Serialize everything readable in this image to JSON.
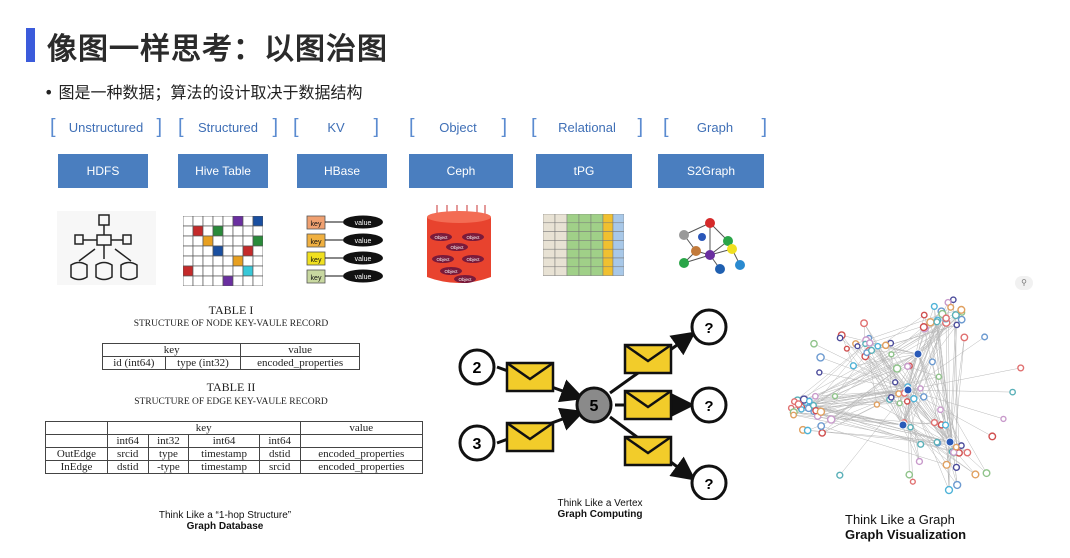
{
  "header": {
    "title": "像图一样思考：以图治图",
    "bullet": "图是一种数据；算法的设计取决于数据结构"
  },
  "categories": [
    "Unstructured",
    "Structured",
    "KV",
    "Object",
    "Relational",
    "Graph"
  ],
  "systems": [
    "HDFS",
    "Hive Table",
    "HBase",
    "Ceph",
    "tPG",
    "S2Graph"
  ],
  "kv": {
    "key": "key",
    "value": "value"
  },
  "object_label": "Object",
  "table1": {
    "caption": "TABLE I",
    "subtitle": "STRUCTURE OF NODE KEY-VAULE RECORD",
    "header": [
      "key",
      "value"
    ],
    "row": [
      "id (int64)",
      "type (int32)",
      "encoded_properties"
    ]
  },
  "table2": {
    "caption": "TABLE II",
    "subtitle": "STRUCTURE OF EDGE KEY-VAULE RECORD",
    "header": [
      "key",
      "value"
    ],
    "types": [
      "int64",
      "int32",
      "int64",
      "int64"
    ],
    "rows": [
      [
        "OutEdge",
        "srcid",
        "type",
        "timestamp",
        "dstid",
        "encoded_properties"
      ],
      [
        "InEdge",
        "dstid",
        "-type",
        "timestamp",
        "srcid",
        "encoded_properties"
      ]
    ]
  },
  "vertex": {
    "center": "5",
    "in1": "2",
    "in2": "3",
    "out": "?"
  },
  "captions": {
    "database": {
      "line1": "Think Like a “1-hop Structure”",
      "line2": "Graph Database"
    },
    "computing": {
      "line1": "Think Like a Vertex",
      "line2": "Graph Computing"
    },
    "visualization": {
      "line1": "Think Like a Graph",
      "line2": "Graph Visualization"
    }
  },
  "colors": {
    "accent": "#3b5bdb",
    "system_box": "#4a7ebf",
    "envelope": "#f2cc2a"
  }
}
